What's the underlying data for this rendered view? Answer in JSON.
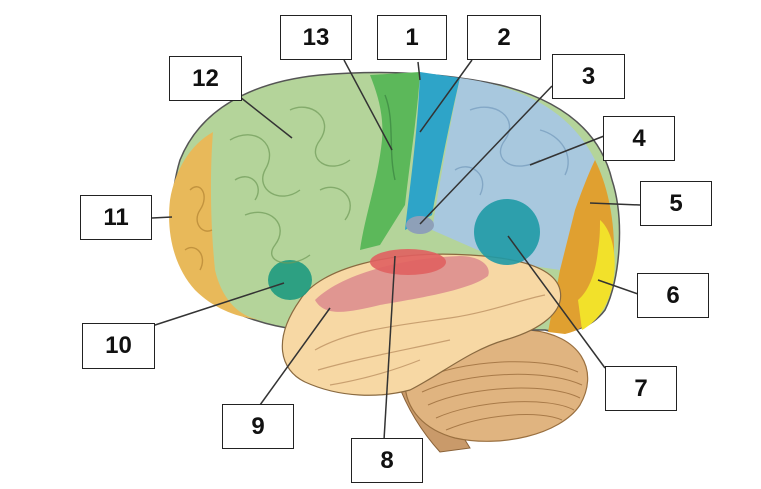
{
  "labels": {
    "n1": "1",
    "n2": "2",
    "n3": "3",
    "n4": "4",
    "n5": "5",
    "n6": "6",
    "n7": "7",
    "n8": "8",
    "n9": "9",
    "n10": "10",
    "n11": "11",
    "n12": "12",
    "n13": "13"
  },
  "colors": {
    "frontal": "#b4d49a",
    "prefrontal": "#e8b95a",
    "motor_strip": "#5cb85a",
    "somatosensory_strip": "#2ea4c8",
    "parietal": "#a8c8de",
    "occipital_orange": "#e0a030",
    "occipital_yellow": "#f2e12a",
    "temporal": "#f7d8a4",
    "auditory_pink": "#dd8f8f",
    "auditory_red": "#e06060",
    "broca_teal": "#1e9a80",
    "wernicke_teal": "#1f9aa6",
    "taste_gray": "#8ea0b8",
    "cerebellum": "#e0b480",
    "brainstem": "#c99a6a"
  }
}
